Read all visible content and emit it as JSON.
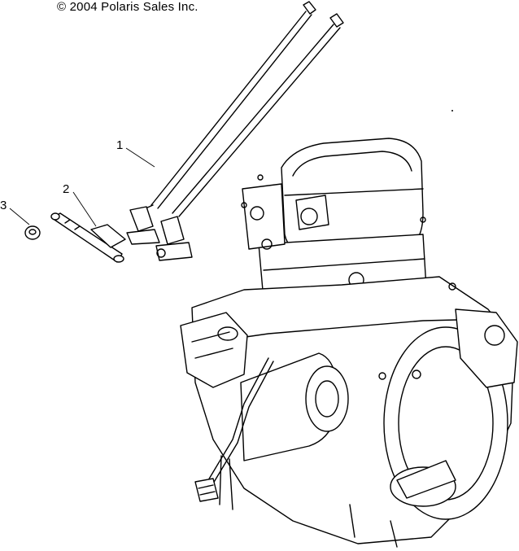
{
  "copyright": "© 2004 Polaris Sales Inc.",
  "callouts": {
    "one": "1",
    "two": "2",
    "three": "3"
  }
}
